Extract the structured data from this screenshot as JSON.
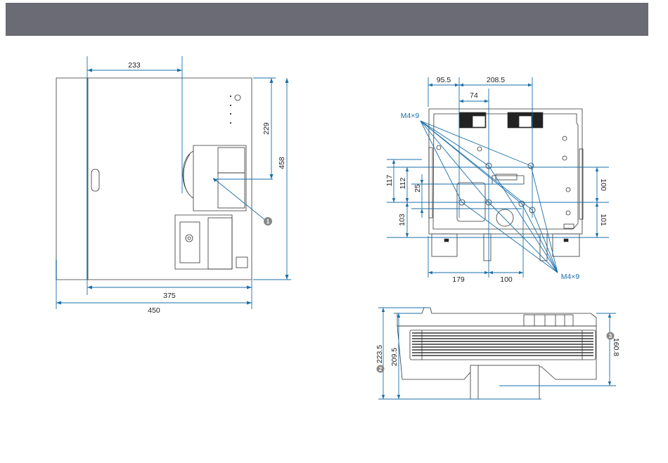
{
  "header": {
    "title": ""
  },
  "side_view": {
    "dims": {
      "top_offset": "233",
      "depth_inner": "375",
      "depth_total": "450",
      "height_total": "458",
      "height_upper": "229"
    },
    "callout": "1"
  },
  "bottom_view": {
    "dims": {
      "top_left": "95.5",
      "top_right": "208.5",
      "top_inner": "74",
      "left_upper_outer": "117",
      "left_upper_inner": "112",
      "left_mid": "25",
      "left_lower": "103",
      "right_upper": "100",
      "right_lower": "101",
      "bottom_left": "179",
      "bottom_right": "100"
    },
    "screw_label_top": "M4×9",
    "screw_label_bottom": "M4×9"
  },
  "front_view": {
    "dims": {
      "height_total": "223.5",
      "height_inner": "209.5",
      "height_right": "160.8"
    },
    "callout_left": "2",
    "callout_right": "3"
  },
  "colors": {
    "header_bar": "#6a6b74",
    "dimension_line": "#1a6fa8",
    "outline": "#333333"
  }
}
